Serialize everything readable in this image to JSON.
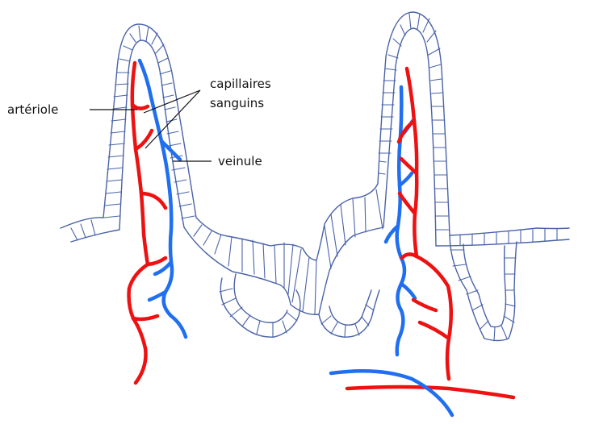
{
  "labels": {
    "arteriole": "artériole",
    "capillaries_line1": "capillaires",
    "capillaries_line2": "sanguins",
    "venule": "veinule"
  },
  "colors": {
    "epithelium_outline": "#4a63a8",
    "artery": "#ee1111",
    "vein": "#1f6ff0",
    "leader_line": "#111111"
  }
}
